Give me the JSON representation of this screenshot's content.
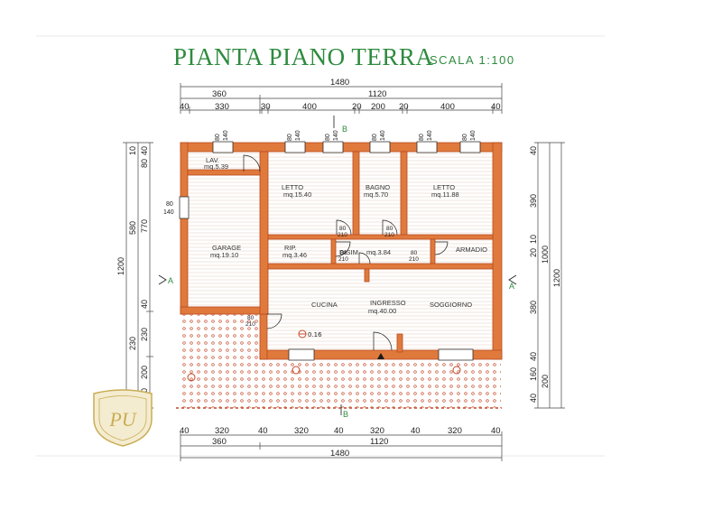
{
  "title": "PIANTA PIANO TERRA",
  "scale": "SCALA 1:100",
  "colors": {
    "wall": "#e07a3c",
    "wall_stroke": "#b84a1e",
    "line": "#1a1a1a",
    "accent": "#2e8b3e",
    "seal": "#c9ad55"
  },
  "dims_top": {
    "overall": "1480",
    "row2": [
      "360",
      "1120"
    ],
    "row3": [
      "40",
      "330",
      "30",
      "400",
      "20",
      "200",
      "20",
      "400",
      "40"
    ]
  },
  "dims_bottom": {
    "row1": [
      "40",
      "320",
      "40",
      "320",
      "40",
      "320",
      "40",
      "320",
      "40"
    ],
    "row2": [
      "360",
      "1120"
    ],
    "overall": "1480"
  },
  "dims_left": {
    "overall": "1200",
    "inner": [
      "40",
      "80",
      "770",
      "40",
      "230",
      "200",
      "160"
    ],
    "outer": [
      "10",
      "580",
      "230"
    ]
  },
  "dims_right": {
    "overall": "1200",
    "inner": [
      "40",
      "390",
      "10",
      "20",
      "380",
      "40",
      "160",
      "40"
    ],
    "outer": [
      "1000",
      "200"
    ]
  },
  "windows": [
    "80",
    "140",
    "80",
    "140",
    "80",
    "140",
    "80",
    "140",
    "80",
    "140",
    "80",
    "140"
  ],
  "window_side": [
    "80",
    "140"
  ],
  "door_labels": [
    "80",
    "210",
    "80",
    "210",
    "80",
    "210",
    "80",
    "210",
    "80",
    "210"
  ],
  "rooms": [
    {
      "name": "LAV.",
      "area": "mq.5.39"
    },
    {
      "name": "LETTO",
      "area": "mq.15.40"
    },
    {
      "name": "BAGNO",
      "area": "mq.5.70"
    },
    {
      "name": "LETTO",
      "area": "mq.11.88"
    },
    {
      "name": "GARAGE",
      "area": "mq.19.10"
    },
    {
      "name": "RIP.",
      "area": "mq.3.46"
    },
    {
      "name": "DISIM.",
      "area": "mq.3.84"
    },
    {
      "name": "ARMADIO",
      "area": ""
    },
    {
      "name": "CUCINA",
      "area": ""
    },
    {
      "name": "INGRESSO",
      "area": "mq.40.00"
    },
    {
      "name": "SOGGIORNO",
      "area": ""
    }
  ],
  "sections": [
    "A",
    "A",
    "B",
    "B"
  ],
  "level": "0.16",
  "seal": {
    "text": "PU"
  }
}
